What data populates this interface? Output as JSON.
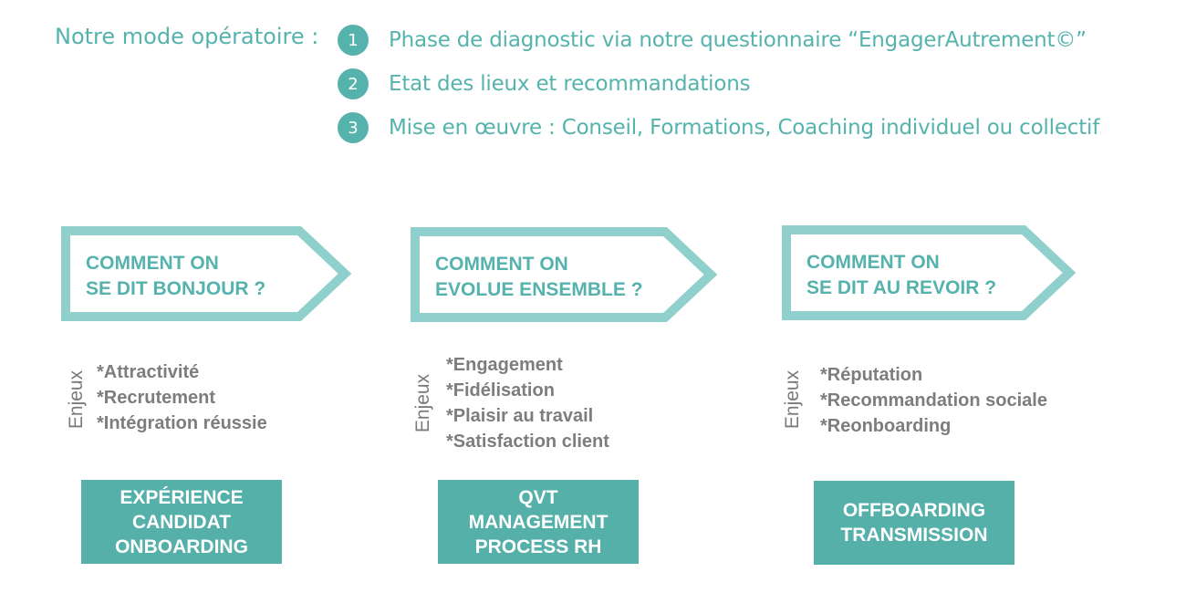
{
  "intro_label": "Notre mode opératoire :",
  "steps": [
    {
      "number": "1",
      "text": "Phase de diagnostic via notre questionnaire “EngagerAutrement©”"
    },
    {
      "number": "2",
      "text": "Etat des lieux et recommandations"
    },
    {
      "number": "3",
      "text": "Mise en œuvre : Conseil, Formations, Coaching individuel ou collectif"
    }
  ],
  "columns": [
    {
      "arrow_lines": [
        "COMMENT ON",
        "SE DIT BONJOUR ?"
      ],
      "enjeux_label": "Enjeux",
      "enjeux": [
        "*Attractivité",
        "*Recrutement",
        "*Intégration réussie"
      ],
      "outcome_lines": [
        "EXPÉRIENCE",
        "CANDIDAT",
        "ONBOARDING"
      ]
    },
    {
      "arrow_lines": [
        "COMMENT ON",
        "EVOLUE ENSEMBLE ?"
      ],
      "enjeux_label": "Enjeux",
      "enjeux": [
        "*Engagement",
        "*Fidélisation",
        "*Plaisir au travail",
        "*Satisfaction client"
      ],
      "outcome_lines": [
        "QVT",
        "MANAGEMENT",
        "PROCESS RH"
      ]
    },
    {
      "arrow_lines": [
        "COMMENT ON",
        "SE DIT AU REVOIR ?"
      ],
      "enjeux_label": "Enjeux",
      "enjeux": [
        "*Réputation",
        "*Recommandation sociale",
        "*Reonboarding"
      ],
      "outcome_lines": [
        "OFFBOARDING",
        "TRANSMISSION"
      ]
    }
  ],
  "colors": {
    "teal": "#56b2ad",
    "arrow_border": "#8fd0cc",
    "gray_text": "#7d7d7d"
  }
}
